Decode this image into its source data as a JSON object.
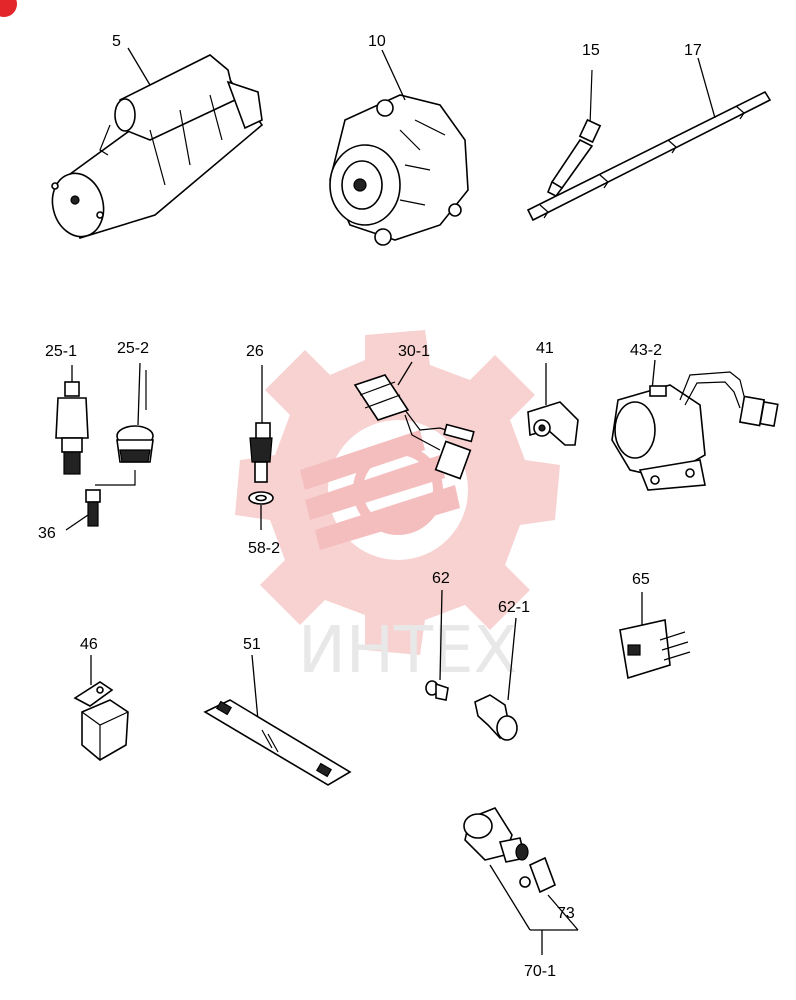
{
  "watermark": {
    "text": "ИНТЕХ",
    "gear_color": "#f7c9c9",
    "text_color": "#e6e6e6"
  },
  "corner_badge_color": "#e3262a",
  "callouts": {
    "c5": "5",
    "c10": "10",
    "c15": "15",
    "c17": "17",
    "c25_1": "25-1",
    "c25_2": "25-2",
    "c26": "26",
    "c30_1": "30-1",
    "c41": "41",
    "c43_2": "43-2",
    "c36": "36",
    "c58_2": "58-2",
    "c62": "62",
    "c62_1": "62-1",
    "c65": "65",
    "c46": "46",
    "c51": "51",
    "c73": "73",
    "c70_1": "70-1"
  }
}
